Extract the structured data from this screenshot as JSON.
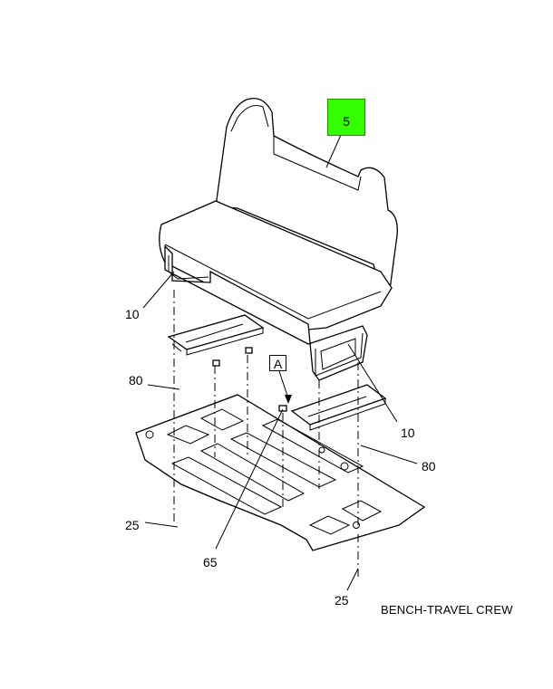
{
  "diagram": {
    "caption": "BENCH-TRAVEL CREW",
    "hotspot_label": "5",
    "detail_marker": "A",
    "callouts": {
      "seat_bracket_left": "10",
      "seat_bracket_right": "10",
      "bracket_left": "80",
      "bracket_right": "80",
      "floor_left": "25",
      "floor_bottom": "25",
      "fastener": "65"
    },
    "colors": {
      "hotspot": "#33ff00",
      "line": "#000000"
    }
  }
}
